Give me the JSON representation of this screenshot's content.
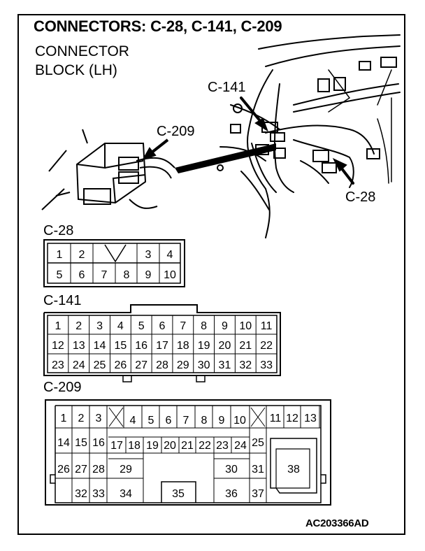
{
  "title": "CONNECTORS: C-28, C-141, C-209",
  "block_line1": "CONNECTOR",
  "block_line2": "BLOCK (LH)",
  "callouts": {
    "c141": "C-141",
    "c209": "C-209",
    "c28": "C-28"
  },
  "figure_code": "AC203366AD",
  "c28": {
    "label": "C-28",
    "row1": [
      "1",
      "2",
      "",
      "3",
      "4"
    ],
    "row2": [
      "5",
      "6",
      "7",
      "8",
      "9",
      "10"
    ]
  },
  "c141": {
    "label": "C-141",
    "row1": [
      "1",
      "2",
      "3",
      "4",
      "5",
      "6",
      "7",
      "8",
      "9",
      "10",
      "11"
    ],
    "row2": [
      "12",
      "13",
      "14",
      "15",
      "16",
      "17",
      "18",
      "19",
      "20",
      "21",
      "22"
    ],
    "row3": [
      "23",
      "24",
      "25",
      "26",
      "27",
      "28",
      "29",
      "30",
      "31",
      "32",
      "33"
    ]
  },
  "c209": {
    "label": "C-209",
    "pins": [
      "1",
      "2",
      "3",
      "4",
      "5",
      "6",
      "7",
      "8",
      "9",
      "10",
      "11",
      "12",
      "13",
      "14",
      "15",
      "16",
      "17",
      "18",
      "19",
      "20",
      "21",
      "22",
      "23",
      "24",
      "25",
      "26",
      "27",
      "28",
      "29",
      "30",
      "31",
      "32",
      "33",
      "34",
      "35",
      "36",
      "37",
      "38"
    ]
  }
}
